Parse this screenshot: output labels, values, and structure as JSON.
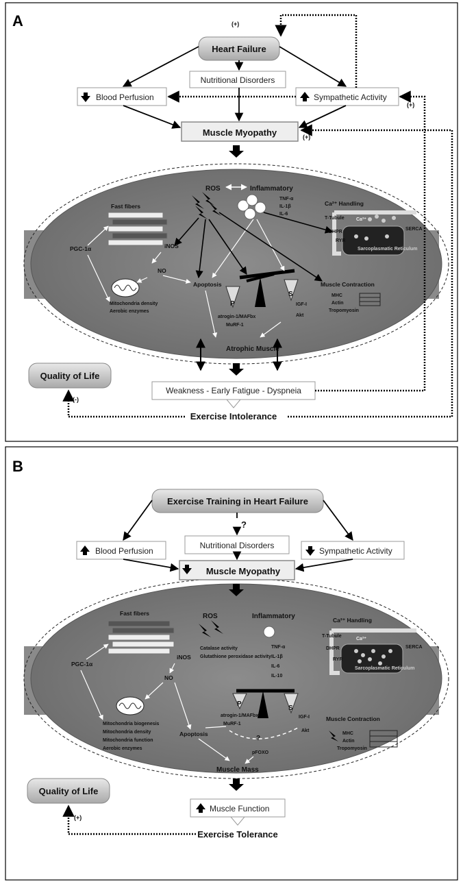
{
  "panel_a": {
    "letter": "A",
    "top": "Heart Failure",
    "nutritional": "Nutritional Disorders",
    "perfusion": "Blood Perfusion",
    "sympathetic": "Sympathetic Activity",
    "myopathy": "Muscle Myopathy",
    "plus1": "(+)",
    "plus2": "(+)",
    "plus3": "(+)",
    "minus": "(-)",
    "ros": "ROS",
    "inflammatory": "Inflammatory",
    "cytokines": [
      "TNF-α",
      "IL-1β",
      "IL-6"
    ],
    "fast_fibers": "Fast fibers",
    "pgc": "PGC-1α",
    "inos": "iNOS",
    "no": "NO",
    "apoptosis": "Apoptosis",
    "mito": [
      "Mitochondria density",
      "Aerobic enzymes"
    ],
    "ca": "Ca²⁺ Handling",
    "t_tubule": "T-Tubule",
    "serca": "SERCA",
    "ryr": "RYR",
    "sr": "Sarcoplasmatic Reticulum",
    "ca_small": "Ca²⁺",
    "dhpr": "DHPR",
    "contraction": "Muscle Contraction",
    "proteins": [
      "MHC",
      "Actin",
      "Tropomyosin"
    ],
    "p_label": "P",
    "s_label": "S",
    "atrogin": "atrogin-1/MAFbx",
    "murf": "MuRF-1",
    "igf": "IGF-I",
    "akt": "Akt",
    "atrophic": "Atrophic Muscle",
    "qol": "Quality of Life",
    "weakness": "Weakness - Early Fatigue - Dyspneia",
    "intolerance": "Exercise Intolerance"
  },
  "panel_b": {
    "letter": "B",
    "top": "Exercise Training in Heart Failure",
    "question": "?",
    "nutritional": "Nutritional Disorders",
    "perfusion": "Blood Perfusion",
    "sympathetic": "Sympathetic Activity",
    "myopathy": "Muscle Myopathy",
    "ros": "ROS",
    "catalase": "Catalase activity",
    "glutathione": "Glutathione peroxidase activity",
    "inflammatory": "Inflammatory",
    "cytokines": [
      "TNF-α",
      "IL-1β",
      "IL-6",
      "IL-10"
    ],
    "fast_fibers": "Fast fibers",
    "pgc": "PGC-1α",
    "inos": "iNOS",
    "no": "NO",
    "apoptosis": "Apoptosis",
    "mito": [
      "Mitochondria biogenesis",
      "Mitochondria density",
      "Mitochondria function",
      "Aerobic enzymes"
    ],
    "ca": "Ca²⁺ Handling",
    "t_tubule": "T-Tubule",
    "serca": "SERCA",
    "ryr": "RYR",
    "sr": "Sarcoplasmatic Reticulum",
    "ca_small": "Ca²⁺",
    "dhpr": "DHPR",
    "contraction": "Muscle Contraction",
    "proteins": [
      "MHC",
      "Actin",
      "Tropomyosin"
    ],
    "p_label": "P",
    "s_label": "S",
    "atrogin": "atrogin-1/MAFbx",
    "murf": "MuRF-1",
    "igf": "IGF-I",
    "akt": "Akt",
    "pfoxo": "pFOXO",
    "qmark2": "?",
    "mass": "Muscle Mass",
    "qol": "Quality of Life",
    "plus": "(+)",
    "function": "Muscle Function",
    "tolerance": "Exercise Tolerance"
  }
}
